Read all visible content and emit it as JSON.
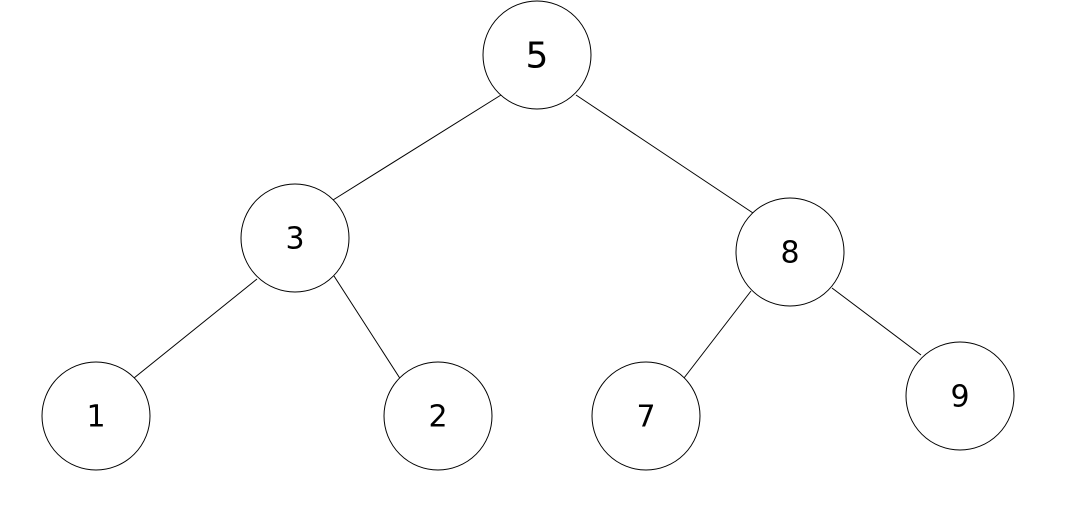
{
  "tree": {
    "nodes": [
      {
        "id": "n5",
        "label": "5"
      },
      {
        "id": "n3",
        "label": "3"
      },
      {
        "id": "n8",
        "label": "8"
      },
      {
        "id": "n1",
        "label": "1"
      },
      {
        "id": "n2",
        "label": "2"
      },
      {
        "id": "n7",
        "label": "7"
      },
      {
        "id": "n9",
        "label": "9"
      }
    ],
    "edges": [
      {
        "from": "n5",
        "to": "n3"
      },
      {
        "from": "n5",
        "to": "n8"
      },
      {
        "from": "n3",
        "to": "n1"
      },
      {
        "from": "n3",
        "to": "n2"
      },
      {
        "from": "n8",
        "to": "n7"
      },
      {
        "from": "n8",
        "to": "n9"
      }
    ]
  }
}
